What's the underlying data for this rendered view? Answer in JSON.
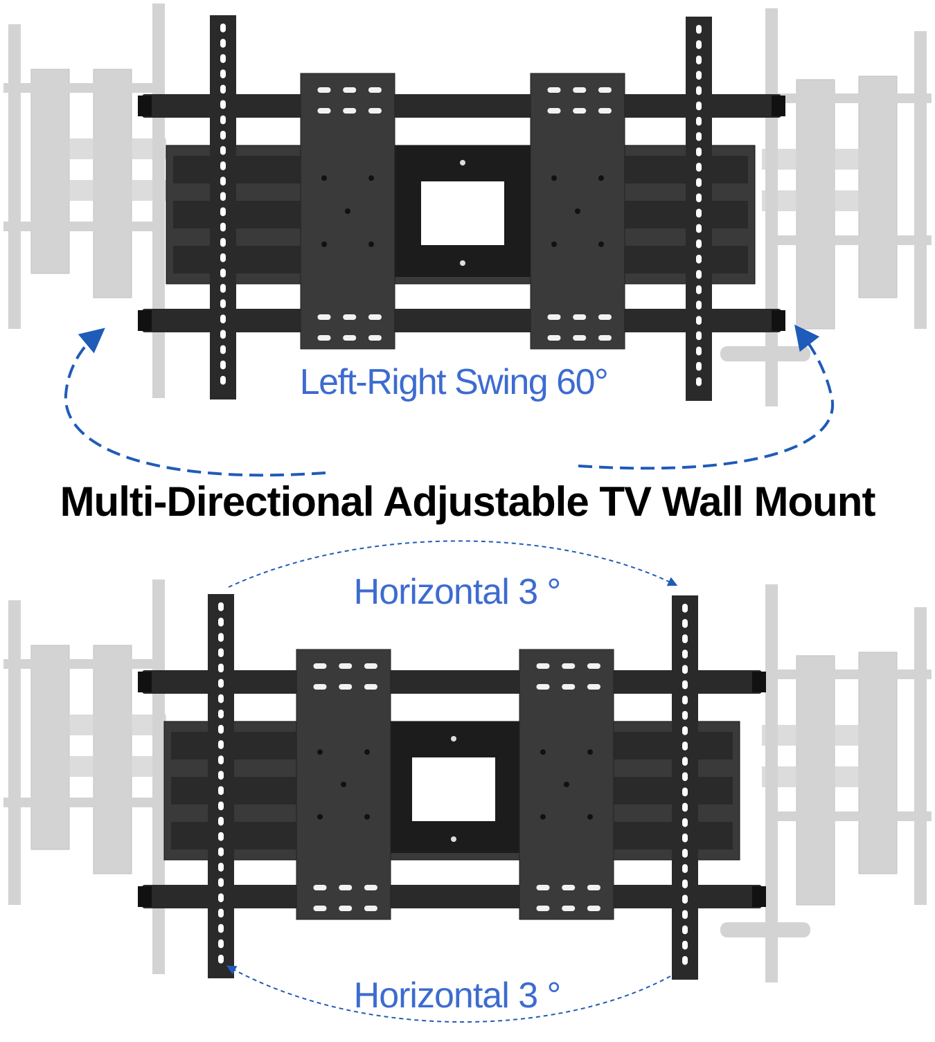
{
  "title": "Multi-Directional Adjustable TV Wall Mount",
  "swing_label": "Left-Right Swing 60°",
  "horizontal_top_label": "Horizontal 3 °",
  "horizontal_bottom_label": "Horizontal 3 °",
  "colors": {
    "accent": "#3d6bd0",
    "arrow": "#1f5bb8",
    "mount": "#2a2a2a",
    "plate": "#3a3a3a",
    "ghost": "#d3d3d3",
    "ghost_edge": "#c2c2c2",
    "title": "#000000"
  }
}
